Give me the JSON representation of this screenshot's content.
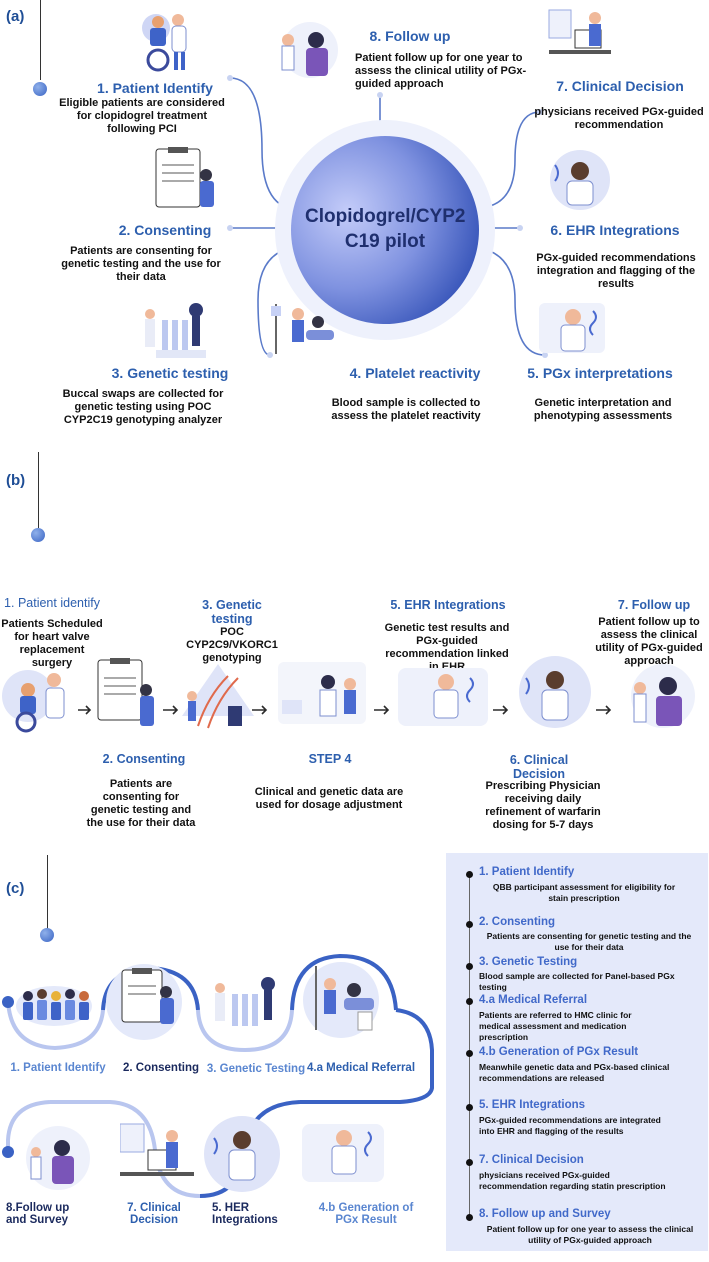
{
  "panels": {
    "a": "(a)",
    "b": "(b)",
    "c": "(c)"
  },
  "colors": {
    "accent": "#2d5fae",
    "circle_dark": "#3a5fc0",
    "circle_light": "#a3b4f4",
    "panel_bg": "#e4e9fa",
    "c_light_step": "#5a86d0"
  },
  "icons": [
    "patient-wheelchair-icon",
    "consent-form-icon",
    "lab-testing-icon",
    "blood-draw-icon",
    "pgx-interpretation-icon",
    "doctor-ehr-icon",
    "clinical-decision-icon",
    "follow-up-icon",
    "dna-robot-icon",
    "dosage-lab-icon",
    "group-patients-icon"
  ],
  "a": {
    "center": "Clopidogrel/CYP2 C19 pilot",
    "steps": [
      {
        "title": "1. Patient Identify",
        "desc": "Eligible patients are considered for clopidogrel treatment following PCI"
      },
      {
        "title": "2. Consenting",
        "desc": "Patients are consenting for genetic testing and the use for their data"
      },
      {
        "title": "3. Genetic testing",
        "desc": "Buccal swaps are collected for genetic testing using POC CYP2C19 genotyping analyzer"
      },
      {
        "title": "4. Platelet reactivity",
        "desc": "Blood sample is collected to assess the platelet reactivity"
      },
      {
        "title": "5. PGx interpretations",
        "desc": "Genetic interpretation and phenotyping assessments"
      },
      {
        "title": "6. EHR Integrations",
        "desc": "PGx-guided recommendations integration and flagging of the results"
      },
      {
        "title": "7. Clinical Decision",
        "desc": "physicians received PGx-guided recommendation"
      },
      {
        "title": "8. Follow up",
        "desc": "Patient follow up for one year to assess the clinical utility of PGx-guided approach"
      }
    ]
  },
  "b": {
    "steps": [
      {
        "title": "1. Patient identify",
        "desc": "Patients Scheduled for heart valve replacement surgery"
      },
      {
        "title": "2. Consenting",
        "desc": "Patients are consenting for genetic testing and the use for their data"
      },
      {
        "title": "3. Genetic testing",
        "desc": "POC CYP2C9/VKORC1 genotyping"
      },
      {
        "title": "STEP 4",
        "desc": "Clinical and genetic data are used for dosage adjustment"
      },
      {
        "title": "5. EHR Integrations",
        "desc": "Genetic test results and PGx-guided recommendation linked in EHR"
      },
      {
        "title": "6. Clinical Decision",
        "desc": "Prescribing Physician receiving daily refinement of warfarin dosing for 5-7 days"
      },
      {
        "title": "7. Follow up",
        "desc": "Patient follow up to assess the clinical utility of PGx-guided approach"
      }
    ]
  },
  "c": {
    "flow": [
      "1. Patient Identify",
      "2. Consenting",
      "3. Genetic Testing",
      "4.a Medical Referral",
      "4.b Generation of PGx Result",
      "5. HER Integrations",
      "7. Clinical Decision",
      "8.Follow up and Survey"
    ],
    "list": [
      {
        "title": "1. Patient Identify",
        "desc": "QBB participant assessment for eligibility for stain prescription"
      },
      {
        "title": "2. Consenting",
        "desc": "Patients are consenting for genetic testing and the use for their data"
      },
      {
        "title": "3. Genetic Testing",
        "desc": "Blood sample are collected for Panel-based PGx testing"
      },
      {
        "title": "4.a Medical Referral",
        "desc": "Patients are referred to HMC clinic for medical assessment and medication prescription"
      },
      {
        "title": "4.b Generation of PGx Result",
        "desc": "Meanwhile genetic data and PGx-based clinical recommendations are released"
      },
      {
        "title": "5. EHR Integrations",
        "desc": "PGx-guided recommendations are integrated into EHR and flagging of the results"
      },
      {
        "title": "7. Clinical Decision",
        "desc": "physicians received PGx-guided recommendation regarding statin prescription"
      },
      {
        "title": "8. Follow up and Survey",
        "desc": "Patient follow up for one year to assess the clinical utility of PGx-guided approach"
      }
    ]
  }
}
